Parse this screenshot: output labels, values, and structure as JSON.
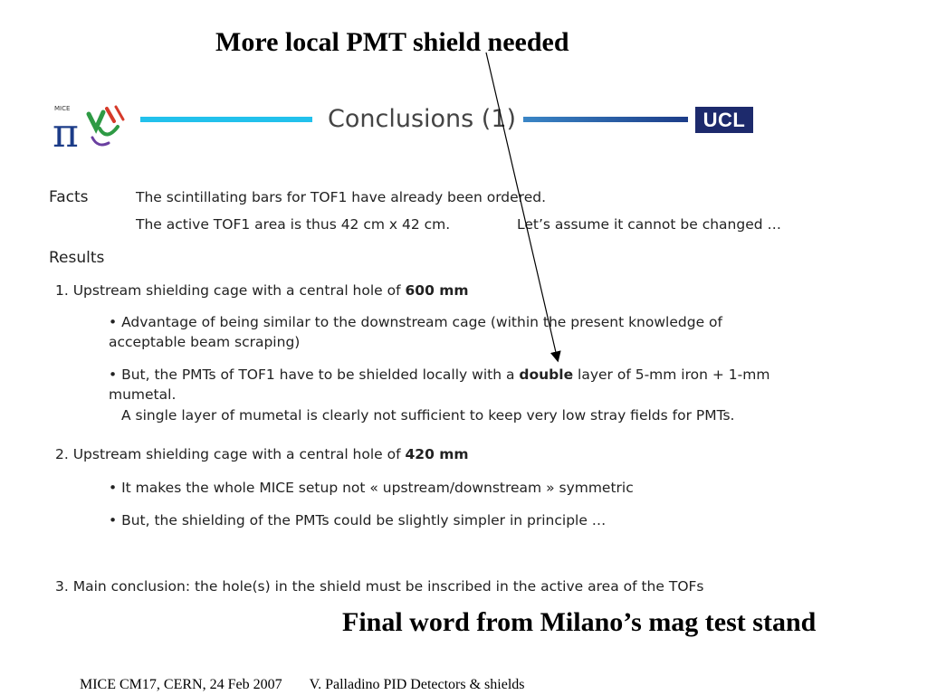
{
  "annotations": {
    "top_title": "More local PMT shield needed",
    "bottom_title": "Final word from Milano’s mag test stand"
  },
  "footer": {
    "left": "MICE CM17, CERN, 24 Feb 2007",
    "right": "V. Palladino PID Detectors & shields"
  },
  "slide": {
    "logo_text": "MICE",
    "heading": "Conclusions (1)",
    "badge": "UCL",
    "colors": {
      "rule_left": "#22c1ec",
      "rule_right_start": "#3a86c6",
      "rule_right_end": "#1c3c88",
      "badge_bg": "#1d2a6c"
    },
    "facts_label": "Facts",
    "facts": {
      "line1": "The scintillating bars for TOF1 have already been ordered.",
      "line2_left": "The active TOF1 area is thus 42 cm x 42 cm.",
      "line2_right": "Let’s assume it cannot be changed …"
    },
    "results_label": "Results",
    "item1": {
      "text": "1. Upstream shielding cage with a central hole of ",
      "bold": "600 mm",
      "bullet1_line1": "• Advantage of being similar to the downstream cage (within the present knowledge of",
      "bullet1_line2": "acceptable beam scraping)",
      "bullet2_pre": "• But, the PMTs of TOF1 have to be shielded locally with a ",
      "bullet2_bold": "double",
      "bullet2_post": " layer of 5-mm iron + 1-mm",
      "bullet2_line2": "mumetal.",
      "bullet2_line3": "A single layer of mumetal is clearly not sufficient to keep very low stray fields for PMTs."
    },
    "item2": {
      "text": "2. Upstream shielding cage with a central hole of ",
      "bold": "420 mm",
      "bullet1": "• It makes the whole MICE setup not « upstream/downstream » symmetric",
      "bullet2": "• But, the shielding of the PMTs could be slightly simpler in principle …"
    },
    "item3": {
      "text": "3. Main conclusion: the hole(s) in the shield must be inscribed in the active area of the TOFs"
    }
  }
}
